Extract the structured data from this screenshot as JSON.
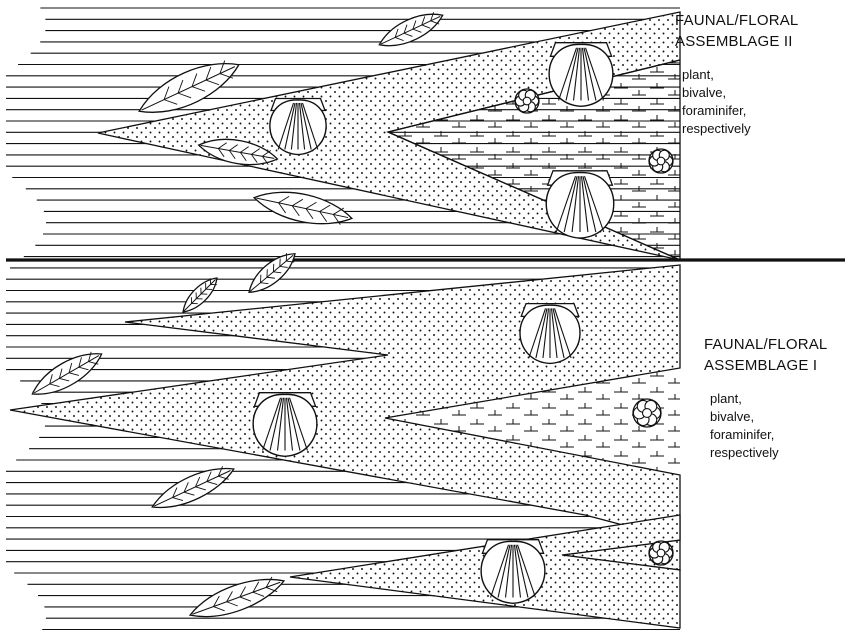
{
  "assemblage_upper": {
    "title_lines": [
      "FAUNAL/FLORAL",
      "ASSEMBLAGE II"
    ],
    "desc_lines": [
      "plant,",
      "bivalve,",
      "foraminifer,",
      "respectively"
    ]
  },
  "assemblage_lower": {
    "title_lines": [
      "FAUNAL/FLORAL",
      "ASSEMBLAGE I"
    ],
    "desc_lines": [
      "plant,",
      "bivalve,",
      "foraminifer,",
      "respectively"
    ]
  },
  "fossil_icons": [
    "leaf-icon",
    "bivalve-shell-icon",
    "foraminifer-icon"
  ],
  "lithologies": [
    "shale",
    "sandstone",
    "limestone"
  ],
  "colors": {
    "ink": "#111111",
    "paper": "#ffffff"
  }
}
